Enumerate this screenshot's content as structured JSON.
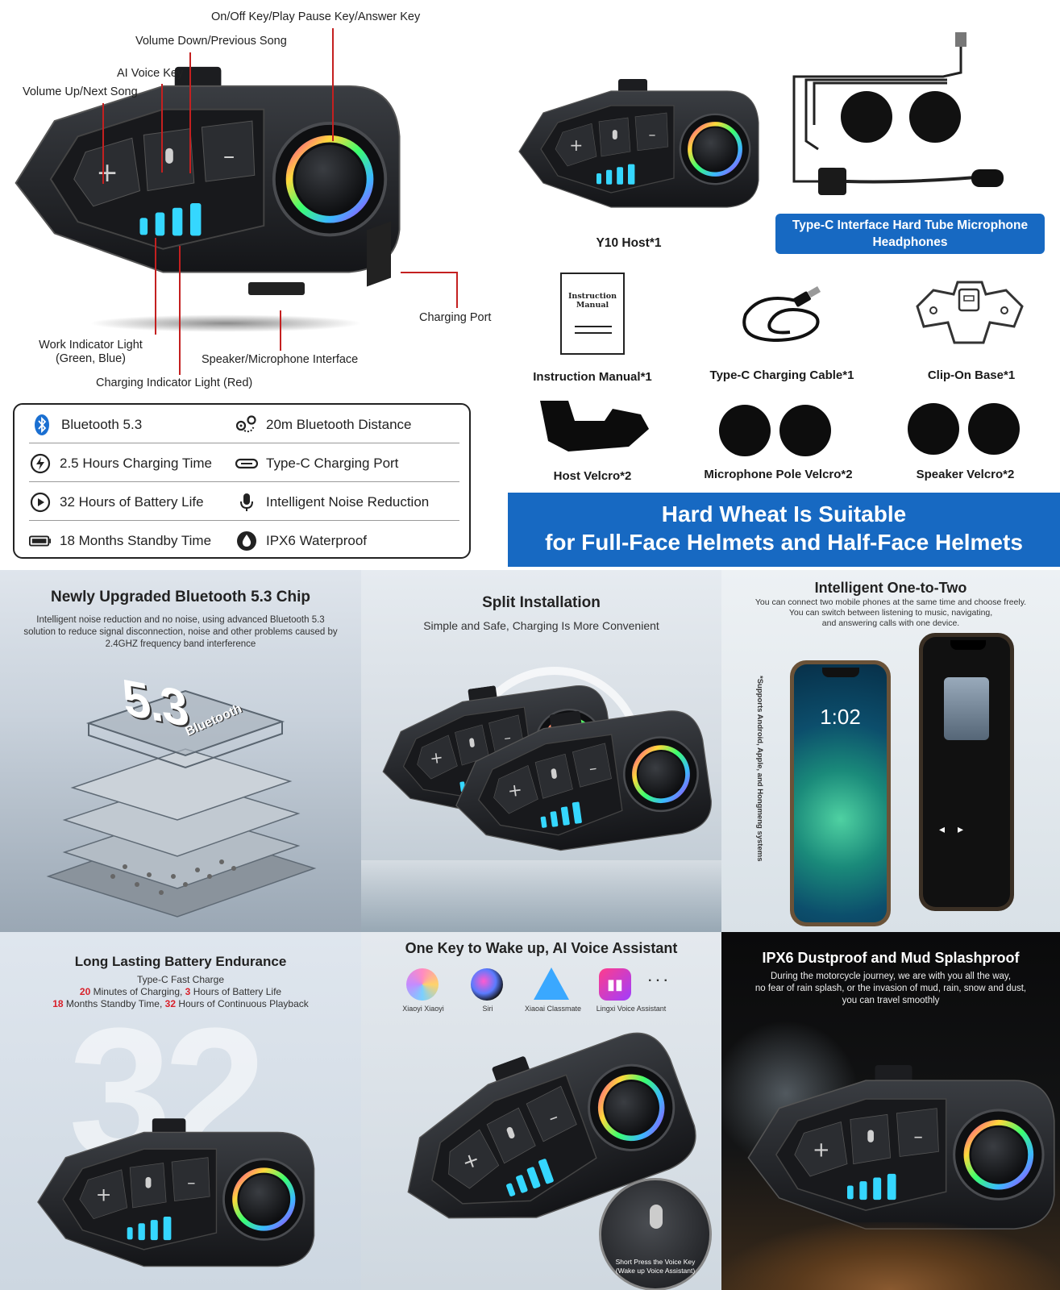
{
  "top_callouts": {
    "on_off_key": "On/Off Key/Play Pause Key/Answer Key",
    "volume_down": "Volume Down/Previous Song",
    "ai_voice": "AI Voice Key",
    "volume_up": "Volume Up/Next Song",
    "charging_port": "Charging Port",
    "work_indicator_line1": "Work Indicator Light",
    "work_indicator_line2": "(Green, Blue)",
    "speaker_interface": "Speaker/Microphone Interface",
    "charging_indicator": "Charging Indicator Light (Red)"
  },
  "device_buttons": {
    "plus": "+",
    "minus": "—"
  },
  "specs": [
    {
      "icon": "bluetooth-icon",
      "text": "Bluetooth 5.3"
    },
    {
      "icon": "distance-icon",
      "text": "20m Bluetooth Distance"
    },
    {
      "icon": "charging-time-icon",
      "text": "2.5 Hours Charging Time"
    },
    {
      "icon": "usb-c-icon",
      "text": "Type-C Charging Port"
    },
    {
      "icon": "play-icon",
      "text": "32 Hours of Battery Life"
    },
    {
      "icon": "microphone-icon",
      "text": "Intelligent Noise Reduction"
    },
    {
      "icon": "battery-icon",
      "text": "18 Months Standby Time"
    },
    {
      "icon": "water-drop-icon",
      "text": "IPX6 Waterproof"
    }
  ],
  "package": {
    "host": "Y10 Host*1",
    "headphones_line1": "Type-C Interface Hard Tube Microphone",
    "headphones_line2": "Headphones",
    "manual_cover_line1": "Instruction",
    "manual_cover_line2": "Manual",
    "manual": "Instruction Manual*1",
    "cable": "Type-C Charging Cable*1",
    "base": "Clip-On Base*1",
    "host_velcro": "Host Velcro*2",
    "mic_velcro": "Microphone Pole Velcro*2",
    "speaker_velcro": "Speaker Velcro*2"
  },
  "banner": {
    "line1": "Hard Wheat Is Suitable",
    "line2": "for Full-Face Helmets and Half-Face Helmets"
  },
  "panels": {
    "chip": {
      "title": "Newly Upgraded Bluetooth 5.3 Chip",
      "line1": "Intelligent noise reduction and no noise, using advanced Bluetooth 5.3",
      "line2": "solution to reduce signal disconnection, noise and other problems caused by",
      "line3": "2.4GHZ frequency band interference",
      "chip_number": "5.3",
      "chip_brand": "Bluetooth"
    },
    "split": {
      "title": "Split Installation",
      "subtitle": "Simple and Safe, Charging Is More Convenient"
    },
    "one_to_two": {
      "title": "Intelligent One-to-Two",
      "line1": "You can connect two mobile phones at the same time and choose freely.",
      "line2": "You can switch between listening to music, navigating,",
      "line3": "and answering calls with one device.",
      "side_note": "*Supports Android, Apple, and Hongmeng systems",
      "phone_time": "1:02"
    },
    "battery": {
      "title": "Long Lasting Battery Endurance",
      "line1": "Type-C Fast Charge",
      "n1": "20",
      "t1": " Minutes of Charging, ",
      "n2": "3",
      "t2": " Hours of Battery Life",
      "n3": "18",
      "t3": " Months Standby Time, ",
      "n4": "32",
      "t4": " Hours of Continuous Playback",
      "big_number": "32"
    },
    "voice": {
      "title": "One Key to Wake up, AI Voice Assistant",
      "assistants": [
        "Xiaoyi Xiaoyi",
        "Siri",
        "Xiaoai Classmate",
        "Lingxi Voice Assistant"
      ],
      "more": "· · ·",
      "hint_line1": "Short Press the Voice Key",
      "hint_line2": "(Wake up Voice Assistant)"
    },
    "ipx6": {
      "title": "IPX6 Dustproof and Mud Splashproof",
      "line1": "During the motorcycle journey, we are with you all the way,",
      "line2": "no fear of rain splash, or the invasion of mud, rain, snow and dust,",
      "line3": "you can travel smoothly"
    }
  },
  "colors": {
    "banner_blue": "#1769c2",
    "callout_red": "#c42020",
    "highlight_red": "#d8202a",
    "indicator_cyan": "#35d7ff"
  }
}
